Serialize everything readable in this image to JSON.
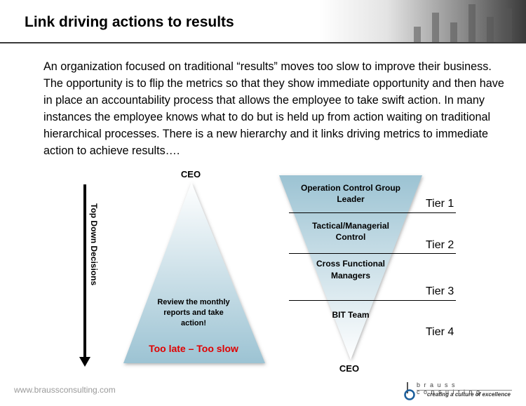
{
  "header": {
    "title": "Link driving actions to results"
  },
  "intro": {
    "text": "An organization focused on traditional “results” moves too slow to improve their business.  The opportunity is to flip the metrics so that they show immediate opportunity and then have in place an accountability process that allows the employee to take swift action.  In many instances the employee knows what to do but is held up from action waiting on traditional hierarchical processes.  There is a new hierarchy and it links driving metrics to immediate action to achieve results…."
  },
  "left_diagram": {
    "axis_label": "Top Down Decisions",
    "apex_label": "CEO",
    "body_text": "Review the monthly reports and take action!",
    "warning_text": "Too late – Too slow",
    "warning_color": "#e00000"
  },
  "right_diagram": {
    "bottom_label": "CEO",
    "levels": [
      {
        "name": "Operation Control Group Leader",
        "tier": "Tier 1"
      },
      {
        "name": "Tactical/Managerial Control",
        "tier": "Tier 2"
      },
      {
        "name": "Cross Functional Managers",
        "tier": "Tier 3"
      },
      {
        "name": "BIT Team",
        "tier": "Tier 4"
      }
    ]
  },
  "footer": {
    "url": "www.braussconsulting.com",
    "logo_name": "brauss consulting",
    "logo_tagline": "creating a culture of excellence",
    "logo_icon": "brauss-logo-icon"
  }
}
